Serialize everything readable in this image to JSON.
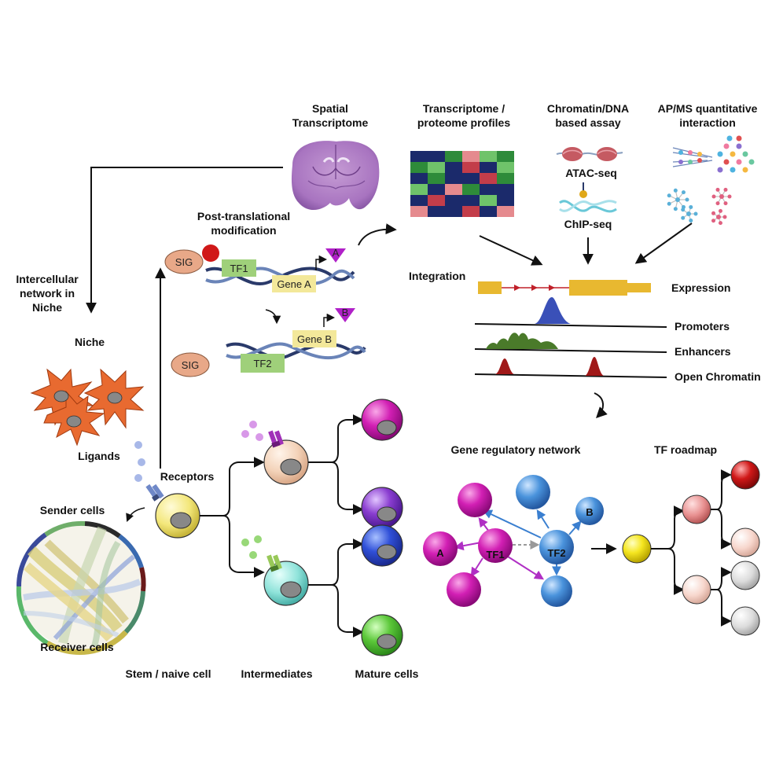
{
  "headers": {
    "spatial_1": "Spatial",
    "spatial_2": "Transcriptome",
    "transcriptome_1": "Transcriptome /",
    "transcriptome_2": "proteome profiles",
    "chromatin_1": "Chromatin/DNA",
    "chromatin_2": "based assay",
    "apms_1": "AP/MS quantitative",
    "apms_2": "interaction"
  },
  "assays": {
    "atac": "ATAC-seq",
    "chip": "ChIP-seq"
  },
  "ptm": {
    "line1": "Post-translational",
    "line2": "modification"
  },
  "signaling": {
    "sig1": "SIG",
    "sig2": "SIG",
    "tf1": "TF1",
    "tf2": "TF2",
    "gene_a": "Gene A",
    "gene_b": "Gene B",
    "prod_a": "A",
    "prod_b": "B"
  },
  "niche": {
    "intercellular_1": "Intercellular",
    "intercellular_2": "network in",
    "intercellular_3": "Niche",
    "niche": "Niche",
    "ligands": "Ligands",
    "receptors": "Receptors",
    "sender": "Sender cells",
    "receiver": "Receiver cells"
  },
  "lineage": {
    "stem": "Stem / naive cell",
    "intermediates": "Intermediates",
    "mature": "Mature cells"
  },
  "integration": {
    "label": "Integration",
    "tracks": [
      "Expression",
      "Promoters",
      "Enhancers",
      "Open Chromatin"
    ]
  },
  "grn": {
    "title": "Gene regulatory network",
    "tf1": "TF1",
    "tf2": "TF2",
    "a": "A",
    "b": "B"
  },
  "roadmap": {
    "title": "TF roadmap"
  },
  "colors": {
    "magenta": "#c2189b",
    "blue": "#3a7fd0",
    "yellow": "#f2e33a",
    "heatmap": [
      "#1b2a6b",
      "#2e8b3a",
      "#6fc36a",
      "#c33d4a",
      "#e58a8e"
    ]
  }
}
